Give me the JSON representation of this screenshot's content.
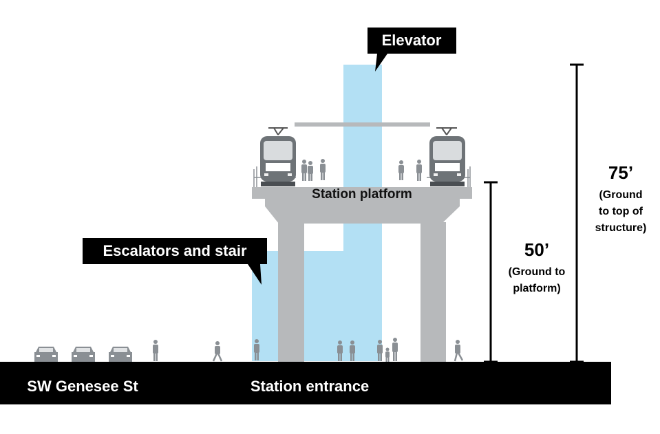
{
  "labels": {
    "elevator": "Elevator",
    "escalators": "Escalators and stair",
    "platform": "Station platform",
    "street": "SW Genesee St",
    "entrance": "Station entrance"
  },
  "dimensions": {
    "platform": {
      "value": "50’",
      "note_lines": [
        "(Ground to",
        "platform)"
      ]
    },
    "structure": {
      "value": "75’",
      "note_lines": [
        "(Ground",
        "to top of",
        "structure)"
      ]
    }
  },
  "colors": {
    "ground": "#000000",
    "structure": "#b7b9bb",
    "vertical_circulation": "#b3e0f4",
    "callout_bg": "#000000",
    "people": "#8a8f94"
  }
}
